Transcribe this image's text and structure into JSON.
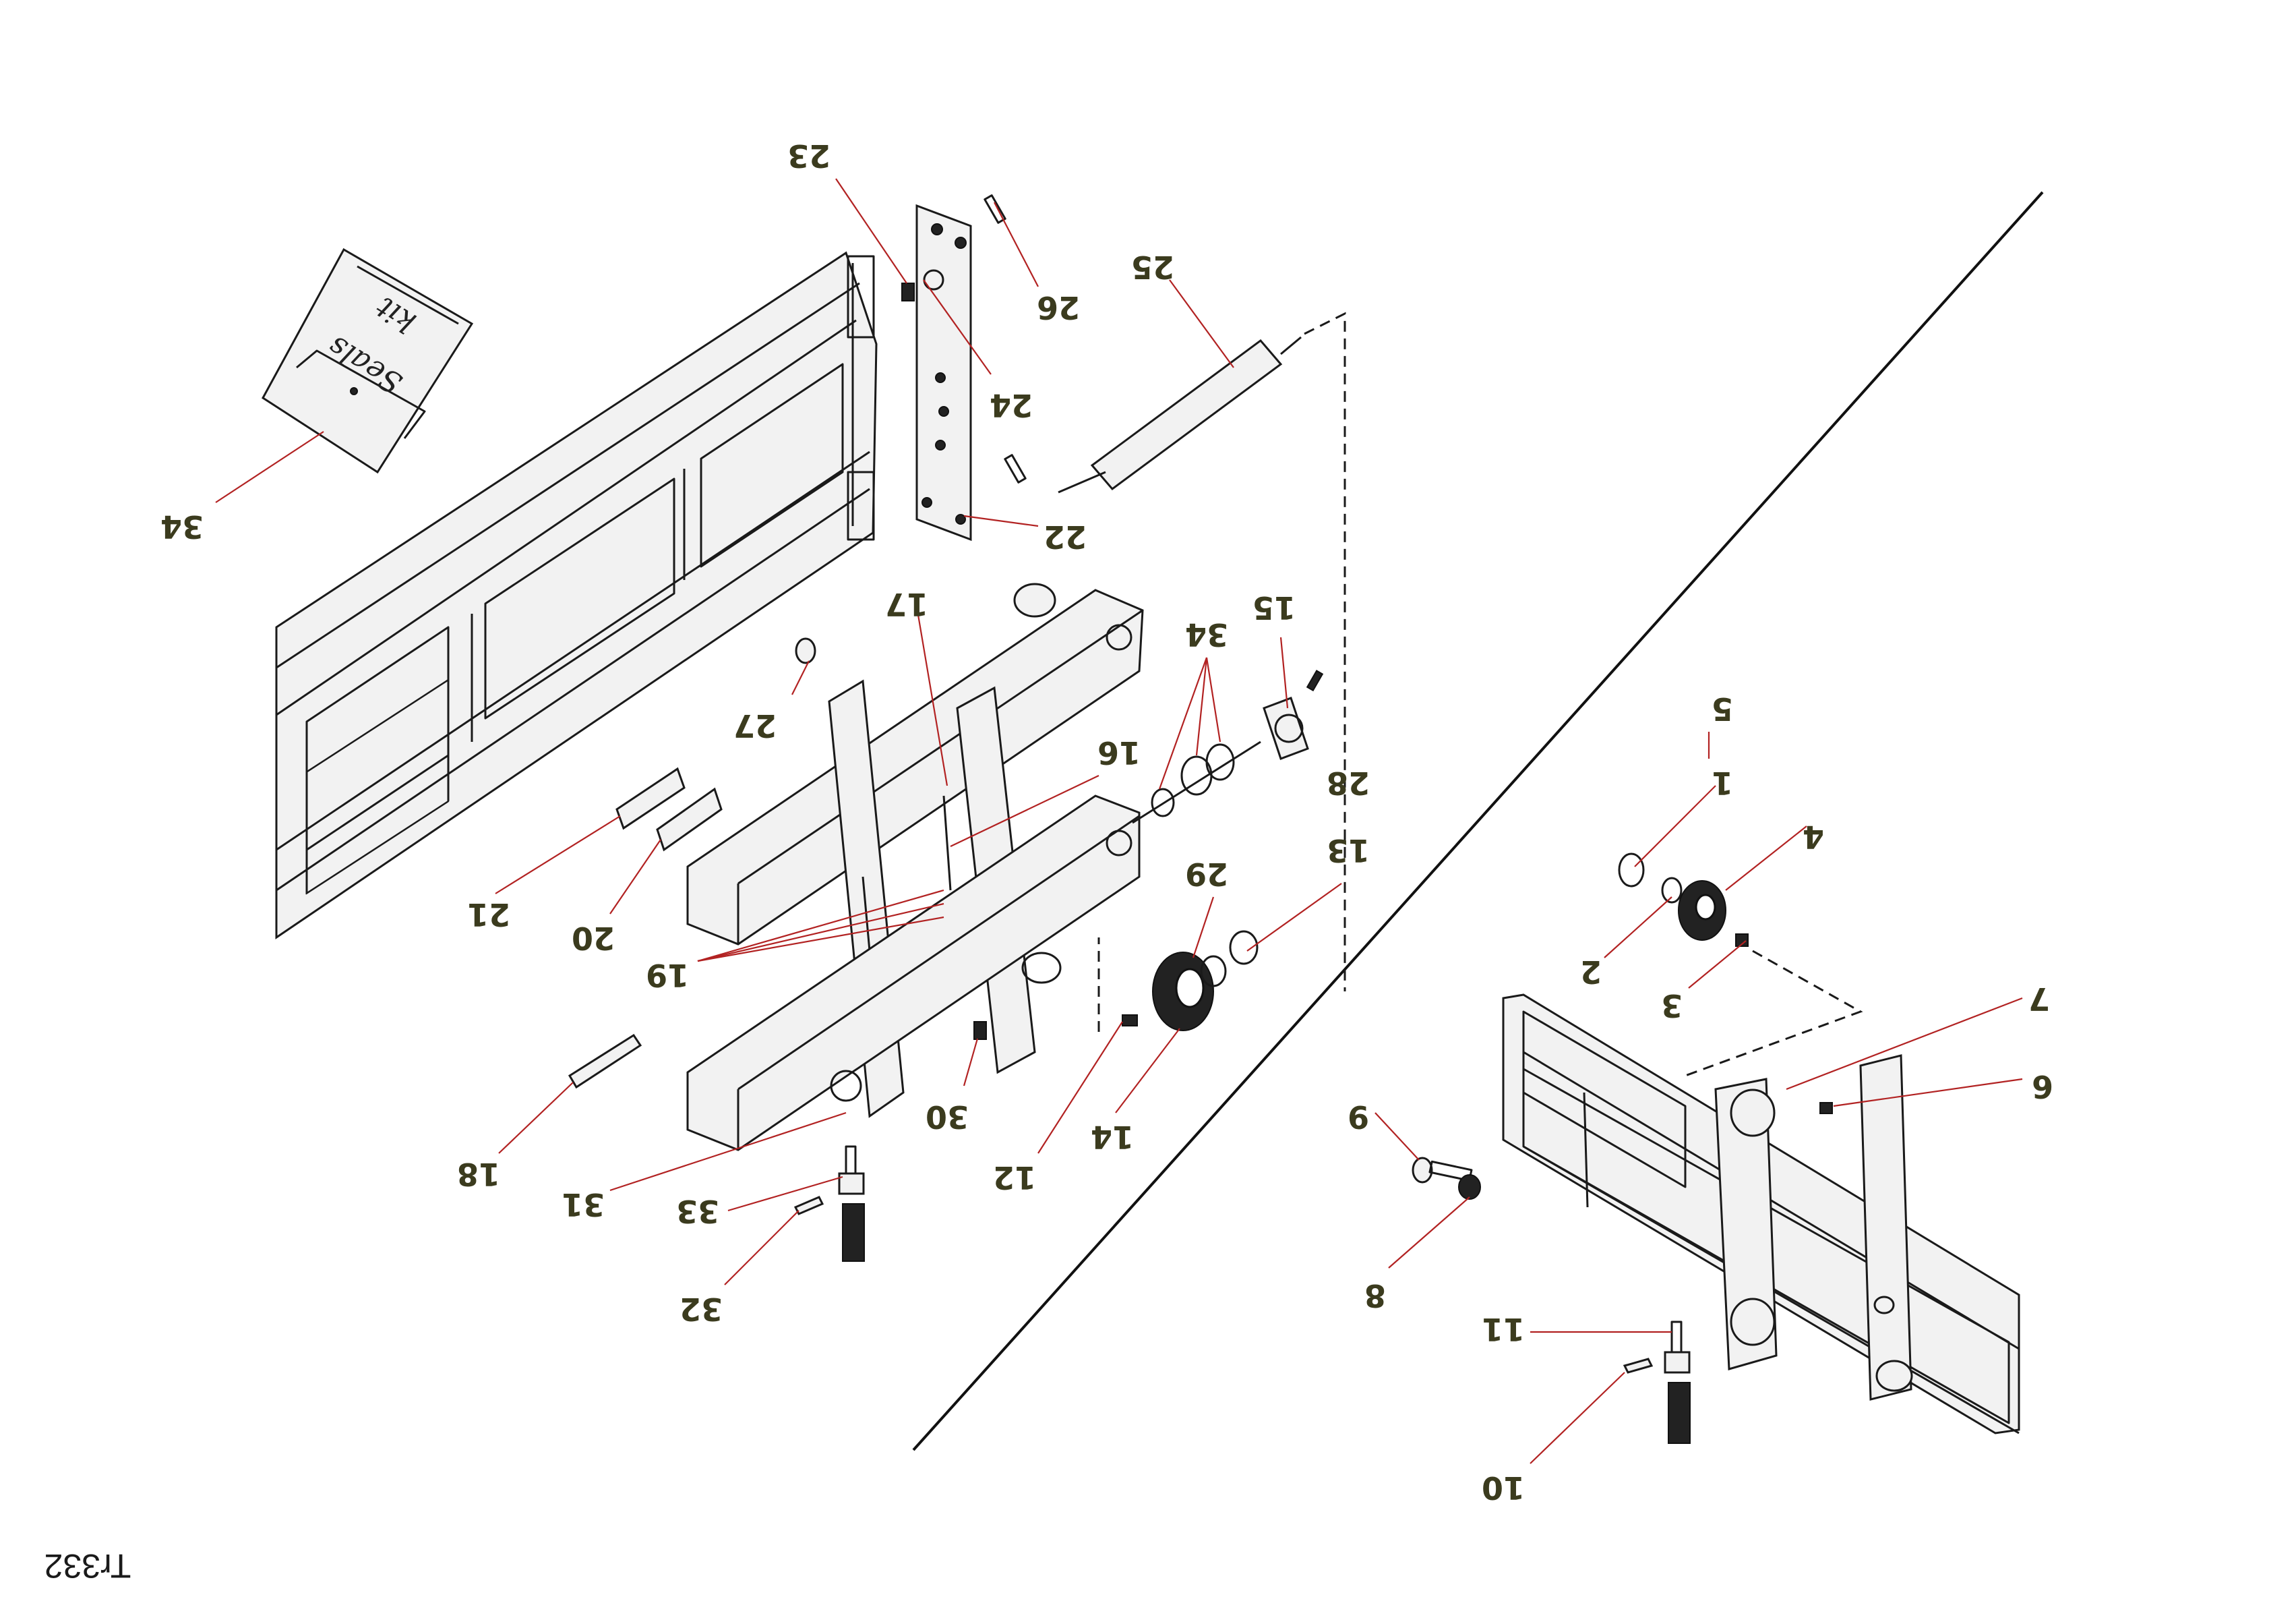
{
  "drawing": {
    "reference": "Tr332",
    "seals_kit_label": [
      "Seals",
      "kit"
    ]
  },
  "callouts": [
    "1",
    "2",
    "3",
    "4",
    "5",
    "6",
    "7",
    "8",
    "9",
    "10",
    "11",
    "12",
    "13",
    "14",
    "15",
    "16",
    "17",
    "18",
    "19",
    "20",
    "21",
    "22",
    "23",
    "24",
    "25",
    "26",
    "27",
    "28",
    "29",
    "30",
    "31",
    "32",
    "33",
    "34",
    "34"
  ],
  "icons": {
    "seals_kit": "seals-kit-bag-icon"
  }
}
